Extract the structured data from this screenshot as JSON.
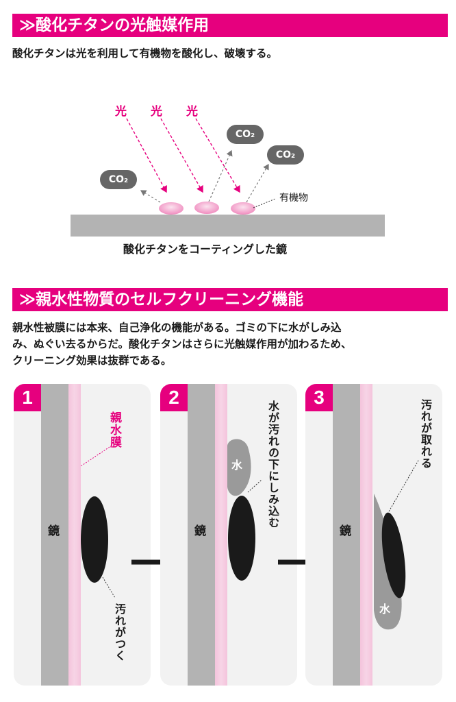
{
  "section1": {
    "title": "≫酸化チタンの光触媒作用",
    "desc": "酸化チタンは光を利用して有機物を酸化し、破壊する。",
    "light_labels": [
      "光",
      "光",
      "光"
    ],
    "co2_labels": [
      "CO₂",
      "CO₂",
      "CO₂"
    ],
    "organic_label": "有機物",
    "caption": "酸化チタンをコーティングした鏡"
  },
  "section2": {
    "title": "≫親水性物質のセルフクリーニング機能",
    "desc": [
      "親水性被膜には本来、自己浄化の機能がある。ゴミの下に水がしみ込",
      "み、ぬぐい去るからだ。酸化チタンはさらに光触媒作用が加わるため、",
      "クリーニング効果は抜群である。"
    ],
    "panels": [
      {
        "num": "1",
        "mirror_label": "鏡",
        "film_label": "親水膜",
        "note": "汚れがつく"
      },
      {
        "num": "2",
        "mirror_label": "鏡",
        "water_label": "水",
        "note": "水が汚れの下にしみ込む"
      },
      {
        "num": "3",
        "mirror_label": "鏡",
        "water_label": "水",
        "note": "汚れが取れる"
      }
    ]
  },
  "colors": {
    "accent": "#e6007e",
    "mirror": "#b3b3b3",
    "film": "#f4c4dc",
    "dirt": "#1a1a1a",
    "water": "#9a9a9a"
  }
}
